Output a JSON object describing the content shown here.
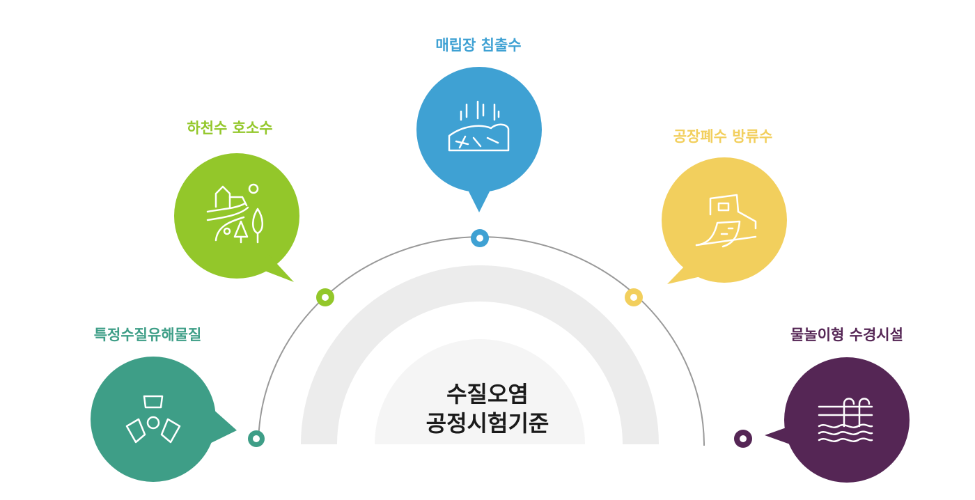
{
  "center": {
    "line1": "수질오염",
    "line2": "공정시험기준"
  },
  "categories": [
    {
      "label": "특정수질유해물질",
      "color": "#3e9e87",
      "icon": "radiation-icon"
    },
    {
      "label": "하천수 호소수",
      "color": "#93c72a",
      "icon": "village-river-icon"
    },
    {
      "label": "매립장 침출수",
      "color": "#3fa1d3",
      "icon": "landfill-icon"
    },
    {
      "label": "공장폐수 방류수",
      "color": "#f2cf5d",
      "icon": "factory-discharge-icon"
    },
    {
      "label": "물놀이형 수경시설",
      "color": "#552655",
      "icon": "pool-ladder-icon"
    }
  ],
  "colors": {
    "arc": "#999999",
    "rainbow_outer": "#ececec",
    "rainbow_inner": "#f5f5f5"
  }
}
